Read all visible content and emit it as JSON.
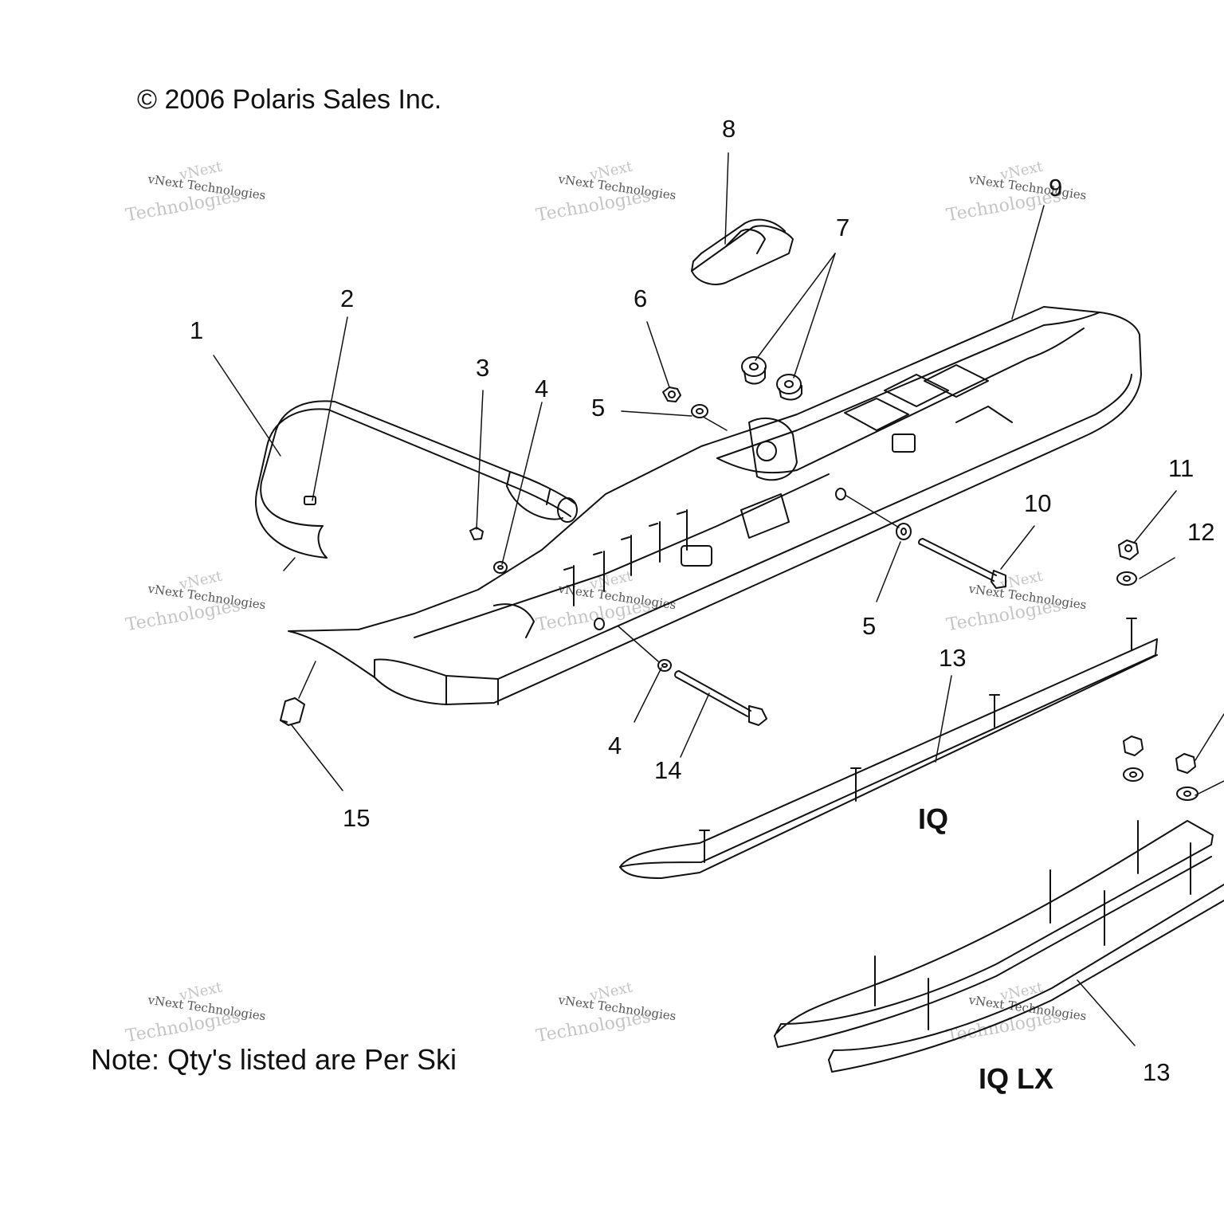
{
  "copyright": "© 2006 Polaris Sales Inc.",
  "note": "Note: Qty's listed are Per Ski",
  "models": {
    "iq": "IQ",
    "iq_lx": "IQ LX"
  },
  "watermark": {
    "line1": "vNext",
    "line2": "vNext Technologies",
    "line3": "Technologies"
  },
  "callouts": [
    {
      "id": "callout-1",
      "label": "1"
    },
    {
      "id": "callout-2",
      "label": "2"
    },
    {
      "id": "callout-3",
      "label": "3"
    },
    {
      "id": "callout-4a",
      "label": "4"
    },
    {
      "id": "callout-4b",
      "label": "4"
    },
    {
      "id": "callout-5a",
      "label": "5"
    },
    {
      "id": "callout-5b",
      "label": "5"
    },
    {
      "id": "callout-6",
      "label": "6"
    },
    {
      "id": "callout-7",
      "label": "7"
    },
    {
      "id": "callout-8",
      "label": "8"
    },
    {
      "id": "callout-9",
      "label": "9"
    },
    {
      "id": "callout-10",
      "label": "10"
    },
    {
      "id": "callout-11",
      "label": "11"
    },
    {
      "id": "callout-12",
      "label": "12"
    },
    {
      "id": "callout-13a",
      "label": "13"
    },
    {
      "id": "callout-13b",
      "label": "13"
    },
    {
      "id": "callout-14",
      "label": "14"
    },
    {
      "id": "callout-15",
      "label": "15"
    }
  ]
}
